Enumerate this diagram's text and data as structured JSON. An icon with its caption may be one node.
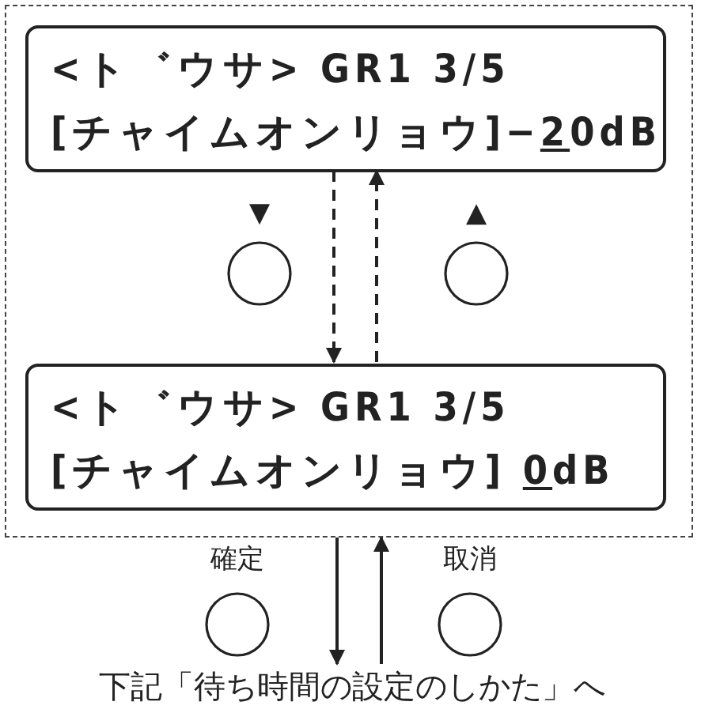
{
  "diagram": {
    "nodes": [
      {
        "text": [],
        "shape": "box"
      },
      {
        "text": [
          "<ト゛ウサ> GR1 3/5",
          "[チャイムオンリョウ]−20dB"
        ],
        "in": 0
      },
      {
        "text": [
          "▼"
        ],
        "in": 0
      },
      {
        "text": [
          "▲"
        ],
        "in": 0
      },
      {
        "text": [
          "<ト゛ウサ> GR1 3/5",
          "[チャイムオンリョウ] 0dB"
        ],
        "in": 0
      },
      {
        "text": [
          "確定"
        ]
      },
      {
        "text": [
          "取消"
        ]
      },
      {
        "text": [
          "下記「待ち時間の設定のしかた」へ"
        ]
      }
    ],
    "edges": [
      {
        "from": 1,
        "to": 4,
        "arrow": "to",
        "style": "dashed"
      },
      {
        "from": 4,
        "to": 1,
        "arrow": "to",
        "style": "dashed"
      },
      {
        "from": 0,
        "to": 7,
        "arrow": "to"
      },
      {
        "from": 7,
        "to": 0,
        "arrow": "to"
      }
    ]
  }
}
